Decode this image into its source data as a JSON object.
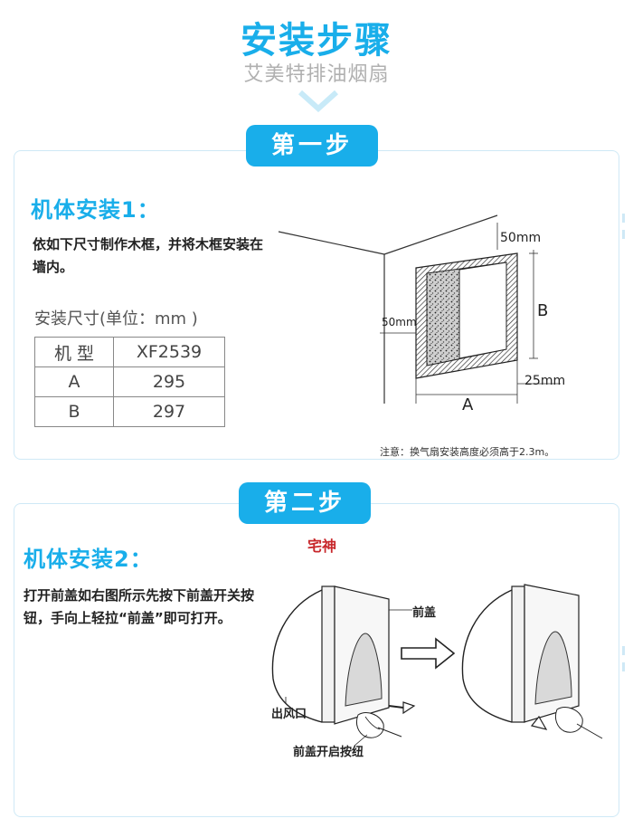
{
  "header": {
    "title": "安装步骤",
    "subtitle": "艾美特排油烟扇"
  },
  "step1": {
    "badge": "第一步",
    "section_title": "机体安装1：",
    "description": "依如下尺寸制作木框，并将木框安装在墙内。",
    "size_label": "安装尺寸(单位：mm )",
    "table": {
      "headers": [
        "机 型",
        "XF2539"
      ],
      "rows": [
        [
          "A",
          "295"
        ],
        [
          "B",
          "297"
        ]
      ]
    },
    "diagram": {
      "label_top": "50mm",
      "label_left": "50mm",
      "label_b": "B",
      "label_a": "A",
      "label_bottom": "25mm"
    },
    "note": "注意：换气扇安装高度必须高于2.3m。"
  },
  "step2": {
    "badge": "第二步",
    "section_title": "机体安装2：",
    "description": "打开前盖如右图所示先按下前盖开关按钮，手向上轻拉“前盖”即可打开。",
    "logo_text": "宅神",
    "diagram": {
      "label_front_cover": "前盖",
      "label_outlet": "出风口",
      "label_button": "前盖开启按纽"
    }
  },
  "colors": {
    "accent": "#19aeea",
    "subtitle": "#b0b0b0",
    "card_border": "#cfe9f6"
  }
}
